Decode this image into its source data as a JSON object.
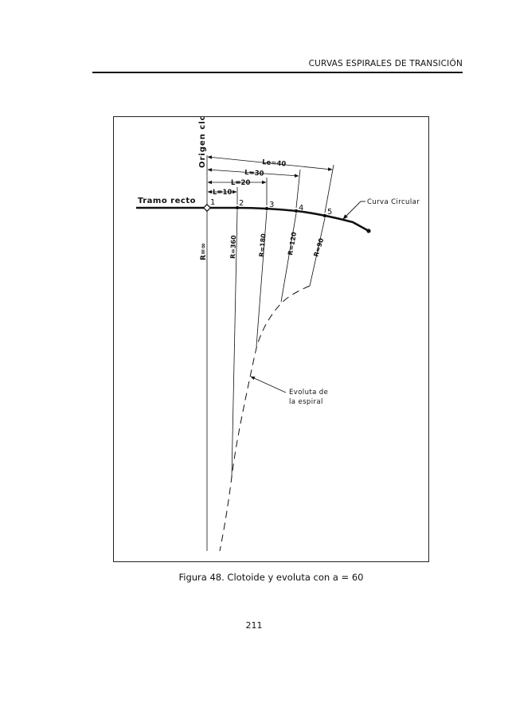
{
  "header": {
    "running_title": "CURVAS ESPIRALES DE  TRANSICIÓN"
  },
  "figure": {
    "labels": {
      "origin": "Origen  clotoide",
      "straight_section": "Tramo  recto",
      "circular_curve": "Curva  Circular",
      "evolute_line1": "Evoluta  de",
      "evolute_line2": "la  espiral"
    },
    "points": [
      "1",
      "2",
      "3",
      "4",
      "5"
    ],
    "dimensions": [
      "L=10",
      "L=20",
      "L=30",
      "Le=40"
    ],
    "radii": [
      "R=∞",
      "R=360",
      "R=180",
      "R=120",
      "R=90"
    ]
  },
  "caption": {
    "text": "Figura 48.  Clotoide y evoluta  con a  = 60"
  },
  "page": {
    "number": "211"
  }
}
